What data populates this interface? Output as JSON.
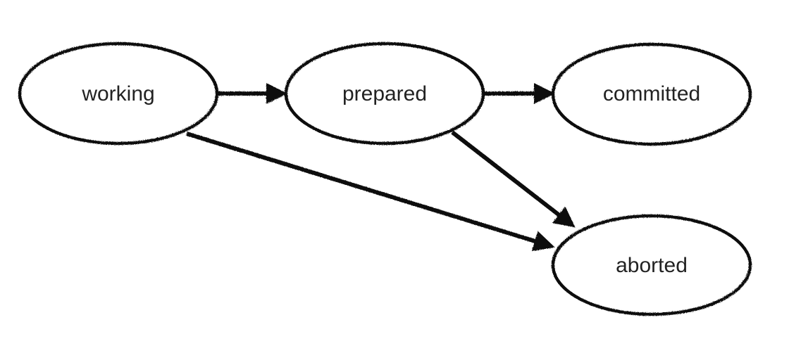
{
  "diagram": {
    "type": "state-diagram",
    "nodes": [
      {
        "id": "working",
        "label": "working"
      },
      {
        "id": "prepared",
        "label": "prepared"
      },
      {
        "id": "committed",
        "label": "committed"
      },
      {
        "id": "aborted",
        "label": "aborted"
      }
    ],
    "edges": [
      {
        "from": "working",
        "to": "prepared"
      },
      {
        "from": "prepared",
        "to": "committed"
      },
      {
        "from": "working",
        "to": "aborted"
      },
      {
        "from": "prepared",
        "to": "aborted"
      }
    ],
    "colors": {
      "stroke": "#111111",
      "text": "#222222",
      "background": "#ffffff"
    }
  }
}
